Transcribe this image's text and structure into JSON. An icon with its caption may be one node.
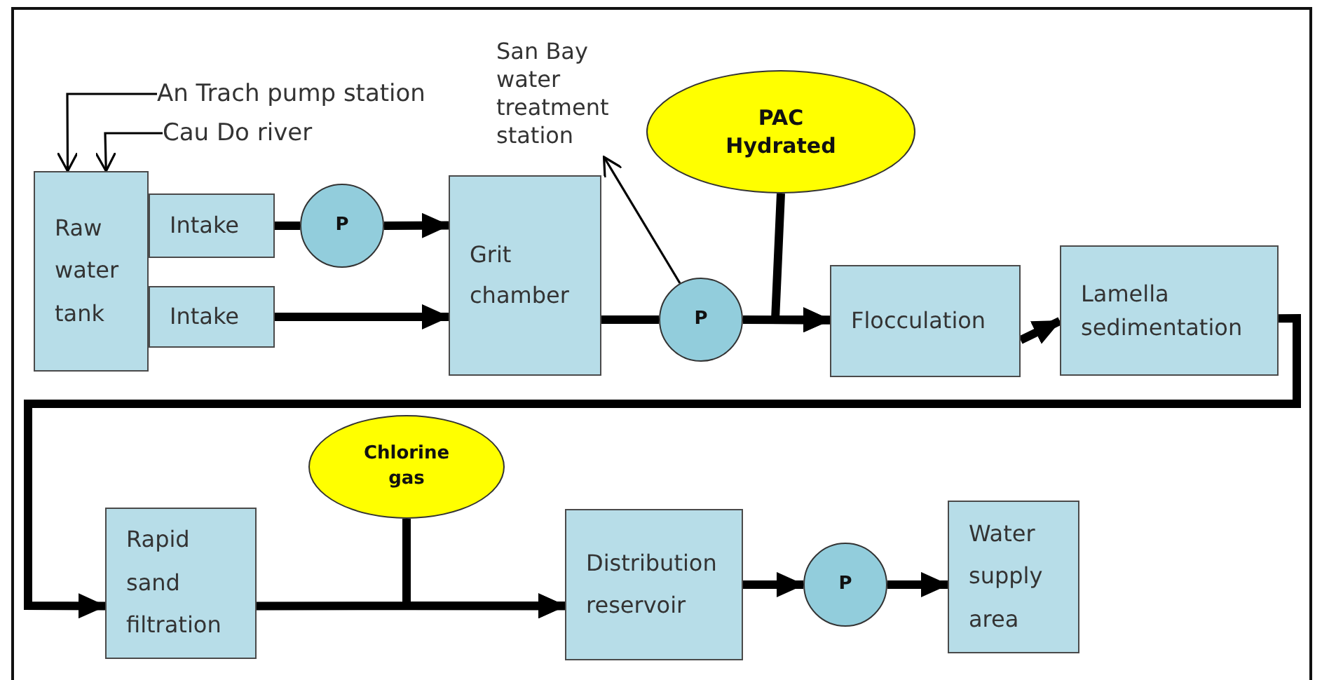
{
  "diagram": {
    "nodes": [
      {
        "text": [
          "An Trach pump station"
        ]
      },
      {
        "text": [
          "Cau Do river"
        ]
      },
      {
        "text": [
          "Raw water tank"
        ]
      },
      {
        "text": [
          "Intake"
        ]
      },
      {
        "text": [
          "Intake"
        ]
      },
      {
        "text": [
          "P"
        ]
      },
      {
        "text": [
          "Grit chamber"
        ]
      },
      {
        "text": [
          "San Bay water treatment station"
        ]
      },
      {
        "text": [
          "P"
        ]
      },
      {
        "text": [
          "PAC Hydrated"
        ]
      },
      {
        "text": [
          "Flocculation"
        ]
      },
      {
        "text": [
          "Lamella sedimentation"
        ]
      },
      {
        "text": [
          "Chlorine gas"
        ]
      },
      {
        "text": [
          "Rapid sand filtration"
        ]
      },
      {
        "text": [
          "Distribution reservoir"
        ]
      },
      {
        "text": [
          "P"
        ]
      },
      {
        "text": [
          "Water supply area"
        ]
      }
    ],
    "edges": [
      {
        "from": 0,
        "to": 2,
        "arrow": "to"
      },
      {
        "from": 1,
        "to": 2,
        "arrow": "to"
      },
      {
        "from": 3,
        "to": 5,
        "arrow": "none"
      },
      {
        "from": 5,
        "to": 6,
        "arrow": "to"
      },
      {
        "from": 4,
        "to": 6,
        "arrow": "to"
      },
      {
        "from": 6,
        "to": 8,
        "arrow": "none"
      },
      {
        "from": 8,
        "to": 7,
        "arrow": "to"
      },
      {
        "from": 8,
        "to": 10,
        "arrow": "to"
      },
      {
        "from": 9,
        "to": 10,
        "arrow": "to"
      },
      {
        "from": 10,
        "to": 11,
        "arrow": "to"
      },
      {
        "from": 11,
        "to": 13,
        "arrow": "to"
      },
      {
        "from": 13,
        "to": 14,
        "arrow": "to"
      },
      {
        "from": 12,
        "to": 14,
        "arrow": "to"
      },
      {
        "from": 14,
        "to": 15,
        "arrow": "to"
      },
      {
        "from": 15,
        "to": 16,
        "arrow": "to"
      }
    ]
  }
}
